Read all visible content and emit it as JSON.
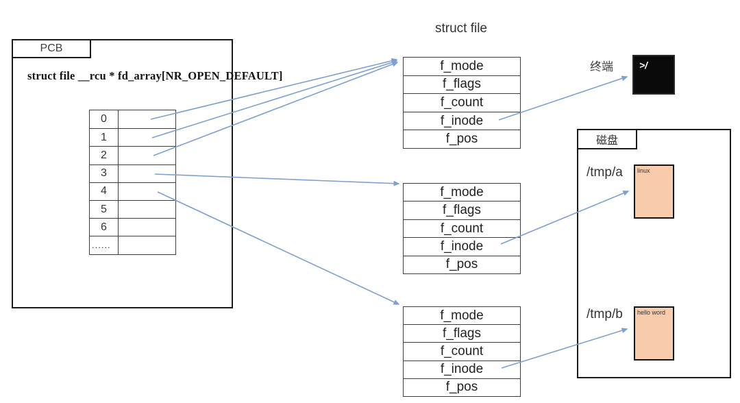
{
  "diagram": {
    "pcb": {
      "label": "PCB",
      "declaration": "struct file __rcu * fd_array[NR_OPEN_DEFAULT]",
      "fd_rows": [
        "0",
        "1",
        "2",
        "3",
        "4",
        "5",
        "6",
        "......"
      ]
    },
    "struct_file": {
      "title": "struct file",
      "fields": [
        "f_mode",
        "f_flags",
        "f_count",
        "f_inode",
        "f_pos"
      ]
    },
    "terminal": {
      "label": "终端",
      "prompt": ">/"
    },
    "disk": {
      "label": "磁盘",
      "files": [
        {
          "path": "/tmp/a",
          "content": "linux"
        },
        {
          "path": "/tmp/b",
          "content": "hello word"
        }
      ]
    },
    "colors": {
      "arrow": "#7da0d0",
      "file_fill": "#f8cbad",
      "terminal_bg": "#0a0a0a",
      "terminal_text": "#ffffff"
    }
  }
}
